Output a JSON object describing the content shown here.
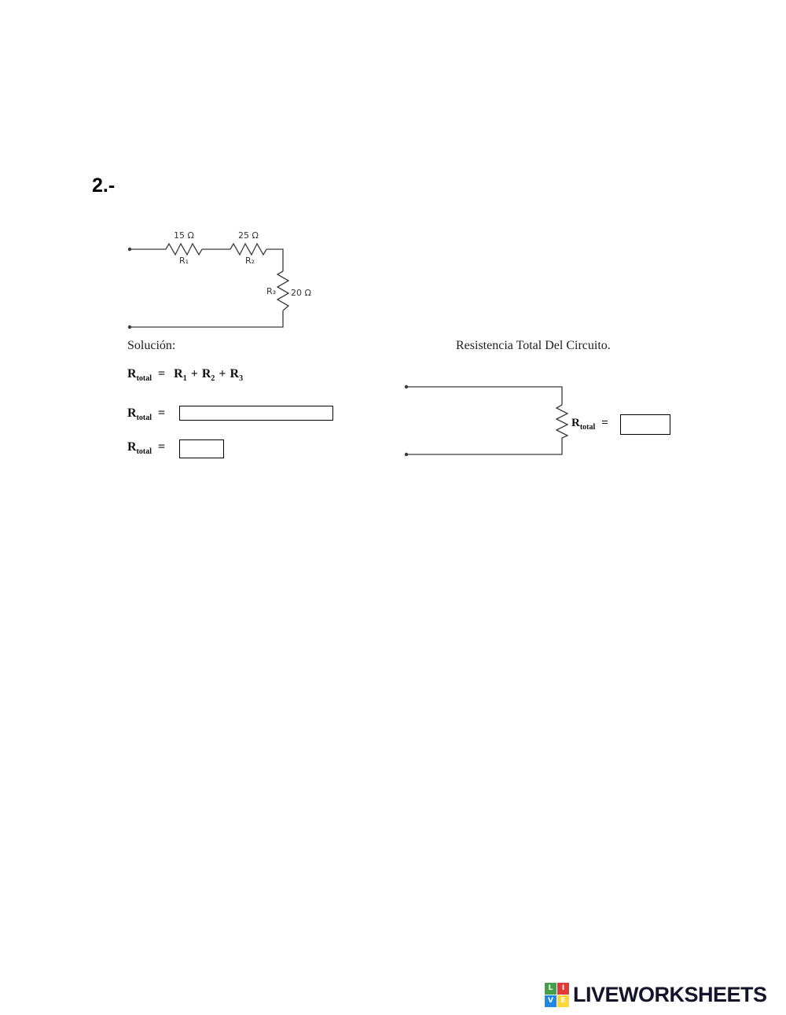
{
  "page": {
    "problem_number": "2.-",
    "background": "#ffffff"
  },
  "circuit_series": {
    "r1_value": "15 Ω",
    "r1_name": "R₁",
    "r2_value": "25 Ω",
    "r2_name": "R₂",
    "r3_name": "R₃",
    "r3_value": "20 Ω"
  },
  "solution": {
    "heading": "Solución:",
    "formula": {
      "base": "R",
      "sub": "total",
      "eq": "=",
      "plus": "+",
      "terms": [
        {
          "base": "R",
          "sub": "1"
        },
        {
          "base": "R",
          "sub": "2"
        },
        {
          "base": "R",
          "sub": "3"
        }
      ]
    },
    "answer_rows": [
      {
        "base": "R",
        "sub": "total",
        "eq": "=",
        "value": ""
      },
      {
        "base": "R",
        "sub": "total",
        "eq": "=",
        "value": ""
      }
    ]
  },
  "total_section": {
    "heading": "Resistencia Total Del Circuito.",
    "label": {
      "base": "R",
      "sub": "total",
      "eq": "=",
      "value": ""
    }
  },
  "footer": {
    "brand_text": "LIVEWORKSHEETS",
    "brand_color": "#14142b",
    "logo_squares": [
      {
        "letter": "L",
        "color": "#43a047"
      },
      {
        "letter": "I",
        "color": "#e53935"
      },
      {
        "letter": "V",
        "color": "#1e88e5"
      },
      {
        "letter": "E",
        "color": "#fdd835"
      }
    ]
  }
}
